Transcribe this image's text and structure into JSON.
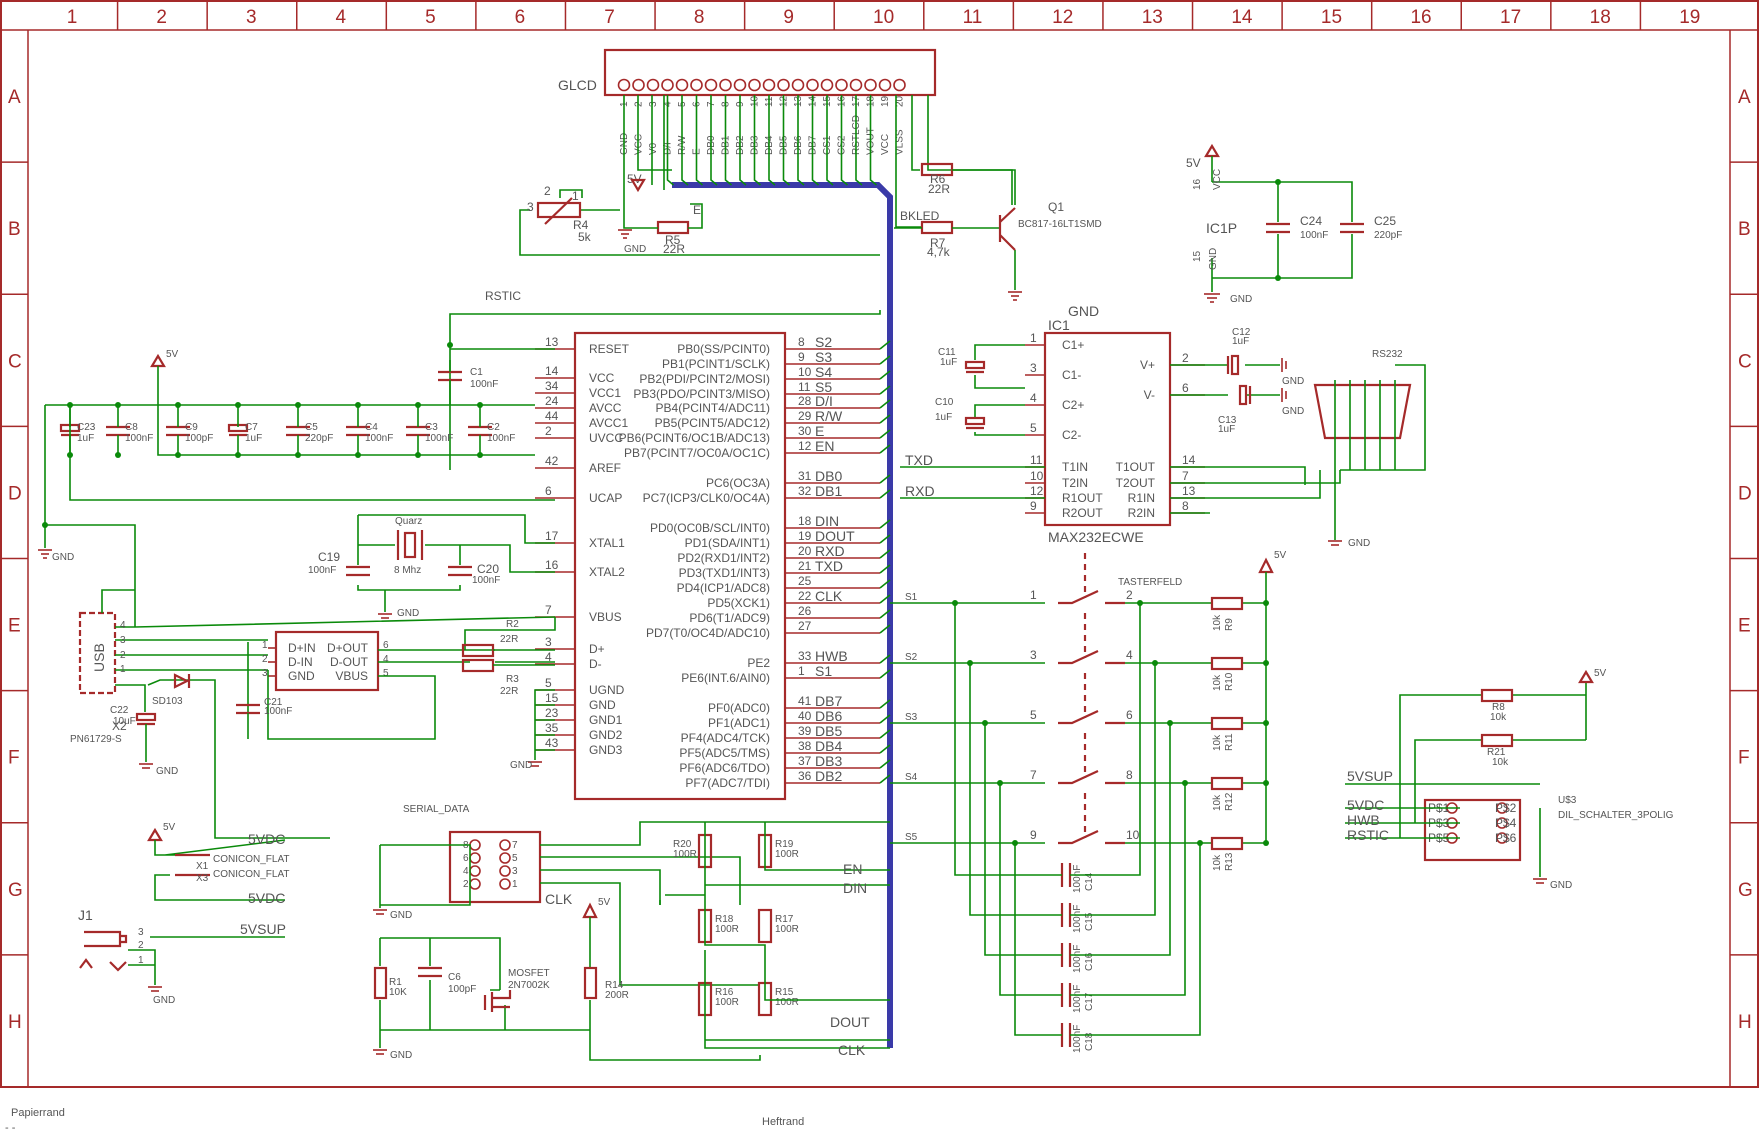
{
  "columns": [
    "1",
    "2",
    "3",
    "4",
    "5",
    "6",
    "7",
    "8",
    "9",
    "10",
    "11",
    "12",
    "13",
    "14",
    "15",
    "16",
    "17",
    "18",
    "19"
  ],
  "rows": [
    "A",
    "B",
    "C",
    "D",
    "E",
    "F",
    "G",
    "H"
  ],
  "glcd": {
    "name": "GLCD",
    "pins": [
      "GND",
      "VCC",
      "V0",
      "D/I",
      "R/W",
      "E",
      "DB0",
      "DB1",
      "DB2",
      "DB3",
      "DB4",
      "DB5",
      "DB6",
      "DB7",
      "CS1",
      "CS2",
      "RSTLCD",
      "VOUT",
      "VCC",
      "VLSS"
    ]
  },
  "mcu": {
    "left_pins": [
      {
        "num": "13",
        "name": "RESET"
      },
      {
        "num": "14",
        "name": "VCC"
      },
      {
        "num": "34",
        "name": "VCC1"
      },
      {
        "num": "24",
        "name": "AVCC"
      },
      {
        "num": "44",
        "name": "AVCC1"
      },
      {
        "num": "2",
        "name": "UVCC"
      },
      {
        "num": "42",
        "name": "AREF"
      },
      {
        "num": "6",
        "name": "UCAP"
      },
      {
        "num": "17",
        "name": "XTAL1"
      },
      {
        "num": "16",
        "name": "XTAL2"
      },
      {
        "num": "7",
        "name": "VBUS"
      },
      {
        "num": "3",
        "name": "D+"
      },
      {
        "num": "4",
        "name": "D-"
      },
      {
        "num": "5",
        "name": "UGND"
      },
      {
        "num": "15",
        "name": "GND"
      },
      {
        "num": "23",
        "name": "GND1"
      },
      {
        "num": "35",
        "name": "GND2"
      },
      {
        "num": "43",
        "name": "GND3"
      }
    ],
    "right_pins": [
      {
        "num": "8",
        "name": "PB0(SS/PCINT0)",
        "net": "S2"
      },
      {
        "num": "9",
        "name": "PB1(PCINT1/SCLK)",
        "net": "S3"
      },
      {
        "num": "10",
        "name": "PB2(PDI/PCINT2/MOSI)",
        "net": "S4"
      },
      {
        "num": "11",
        "name": "PB3(PDO/PCINT3/MISO)",
        "net": "S5"
      },
      {
        "num": "28",
        "name": "PB4(PCINT4/ADC11)",
        "net": "D/I"
      },
      {
        "num": "29",
        "name": "PB5(PCINT5/ADC12)",
        "net": "R/W"
      },
      {
        "num": "30",
        "name": "PB6(PCINT6/OC1B/ADC13)",
        "net": "E"
      },
      {
        "num": "12",
        "name": "PB7(PCINT7/OC0A/OC1C)",
        "net": "EN"
      },
      {
        "num": "31",
        "name": "PC6(OC3A)",
        "net": "DB0"
      },
      {
        "num": "32",
        "name": "PC7(ICP3/CLK0/OC4A)",
        "net": "DB1"
      },
      {
        "num": "18",
        "name": "PD0(OC0B/SCL/INT0)",
        "net": "DIN"
      },
      {
        "num": "19",
        "name": "PD1(SDA/INT1)",
        "net": "DOUT"
      },
      {
        "num": "20",
        "name": "PD2(RXD1/INT2)",
        "net": "RXD"
      },
      {
        "num": "21",
        "name": "PD3(TXD1/INT3)",
        "net": "TXD"
      },
      {
        "num": "25",
        "name": "PD4(ICP1/ADC8)",
        "net": ""
      },
      {
        "num": "22",
        "name": "PD5(XCK1)",
        "net": "CLK"
      },
      {
        "num": "26",
        "name": "PD6(T1/ADC9)",
        "net": ""
      },
      {
        "num": "27",
        "name": "PD7(T0/OC4D/ADC10)",
        "net": ""
      },
      {
        "num": "33",
        "name": "PE2",
        "net": "HWB"
      },
      {
        "num": "1",
        "name": "PE6(INT.6/AIN0)",
        "net": "S1"
      },
      {
        "num": "41",
        "name": "PF0(ADC0)",
        "net": "DB7"
      },
      {
        "num": "40",
        "name": "PF1(ADC1)",
        "net": "DB6"
      },
      {
        "num": "39",
        "name": "PF4(ADC4/TCK)",
        "net": "DB5"
      },
      {
        "num": "38",
        "name": "PF5(ADC5/TMS)",
        "net": "DB4"
      },
      {
        "num": "37",
        "name": "PF6(ADC6/TDO)",
        "net": "DB3"
      },
      {
        "num": "36",
        "name": "PF7(ADC7/TDI)",
        "net": "DB2"
      }
    ]
  },
  "max232": {
    "name": "MAX232ECWE",
    "ref": "IC1",
    "left_pins": [
      {
        "num": "1",
        "name": "C1+"
      },
      {
        "num": "3",
        "name": "C1-"
      },
      {
        "num": "4",
        "name": "C2+"
      },
      {
        "num": "5",
        "name": "C2-"
      },
      {
        "num": "11",
        "name": "T1IN"
      },
      {
        "num": "10",
        "name": "T2IN"
      },
      {
        "num": "12",
        "name": "R1OUT"
      },
      {
        "num": "9",
        "name": "R2OUT"
      }
    ],
    "right_pins": [
      {
        "num": "2",
        "name": "V+"
      },
      {
        "num": "6",
        "name": "V-"
      },
      {
        "num": "14",
        "name": "T1OUT"
      },
      {
        "num": "7",
        "name": "T2OUT"
      },
      {
        "num": "13",
        "name": "R1IN"
      },
      {
        "num": "8",
        "name": "R2IN"
      }
    ]
  },
  "usb_chip": {
    "pins_left": [
      "D+IN",
      "D-IN",
      "GND"
    ],
    "pins_right": [
      "D+OUT",
      "D-OUT",
      "VBUS"
    ],
    "left_nums": [
      "1",
      "2",
      "3"
    ],
    "right_nums": [
      "6",
      "4",
      "5"
    ]
  },
  "labels": {
    "glcd": "GLCD",
    "rstic": "RSTIC",
    "gnd": "GND",
    "v5": "5V",
    "r4": "R4",
    "r4v": "5k",
    "r5": "R5",
    "r5v": "22R",
    "r6": "R6",
    "r6v": "22R",
    "r7": "R7",
    "r7v": "4,7k",
    "q1": "Q1",
    "q1v": "BC817-16LT1SMD",
    "bkled": "BKLED",
    "e": "E",
    "ic1p": "IC1P",
    "vcc": "VCC",
    "c24": "C24",
    "c24v": "100nF",
    "c25": "C25",
    "c25v": "220pF",
    "c1": "C1",
    "c1v": "100nF",
    "c2": "C2",
    "c2v": "100nF",
    "c3": "C3",
    "c3v": "100nF",
    "c4": "C4",
    "c4v": "100nF",
    "c5": "C5",
    "c5v": "220pF",
    "c7": "C7",
    "c7v": "1uF",
    "c8": "C8",
    "c8v": "100nF",
    "c9": "C9",
    "c9v": "100pF",
    "c23": "C23",
    "c23v": "1uF",
    "c11": "C11",
    "c11v": "1uF",
    "c10": "C10",
    "c10v": "1uF",
    "c12": "C12",
    "c12v": "1uF",
    "c13": "C13",
    "c13v": "1uF",
    "c19": "C19",
    "c19v": "100nF",
    "c20": "C20",
    "c20v": "100nF",
    "c21": "C21",
    "c21v": "100nF",
    "c22": "C22",
    "c22v": "10uF",
    "c6": "C6",
    "c6v": "100pF",
    "quarz": "Quarz",
    "quarzv": "8 Mhz",
    "txd": "TXD",
    "rxd": "RXD",
    "rs232": "RS232",
    "usb": "USB",
    "x2": "X2",
    "x2v": "PN61729-S",
    "sd103": "SD103",
    "r2": "R2",
    "r2v": "22R",
    "r3": "R3",
    "r3v": "22R",
    "tasterfeld": "TASTERFELD",
    "s1": "S1",
    "s2": "S2",
    "s3": "S3",
    "s4": "S4",
    "s5": "S5",
    "r9": "R9",
    "r10": "R10",
    "r11": "R11",
    "r12": "R12",
    "r13": "R13",
    "r10k": "10k",
    "c14": "C14",
    "c15": "C15",
    "c16": "C16",
    "c17": "C17",
    "c18": "C18",
    "c100n": "100nF",
    "r8": "R8",
    "r8v": "10k",
    "r21": "R21",
    "r21v": "10k",
    "u3": "U$3",
    "u3v": "DIL_SCHALTER_3POLIG",
    "v5sup": "5VSUP",
    "v5dc": "5VDC",
    "hwb": "HWB",
    "rstic2": "RSTIC",
    "ps": [
      "P$1",
      "P$2",
      "P$3",
      "P$4",
      "P$5",
      "P$6"
    ],
    "serial": "SERIAL_DATA",
    "clk": "CLK",
    "en": "EN",
    "din": "DIN",
    "dout": "DOUT",
    "r20": "R20",
    "r19": "R19",
    "r18": "R18",
    "r17": "R17",
    "r16": "R16",
    "r15": "R15",
    "r100": "100R",
    "r14": "R14",
    "r14v": "200R",
    "r1": "R1",
    "r1v": "10K",
    "mosfet": "MOSFET",
    "mosfetv": "2N7002K",
    "x1": "X1",
    "x3": "X3",
    "conicon": "CONICON_FLAT",
    "j1": "J1",
    "papierrand": "Papierrand",
    "heftrand": "Heftrand"
  }
}
